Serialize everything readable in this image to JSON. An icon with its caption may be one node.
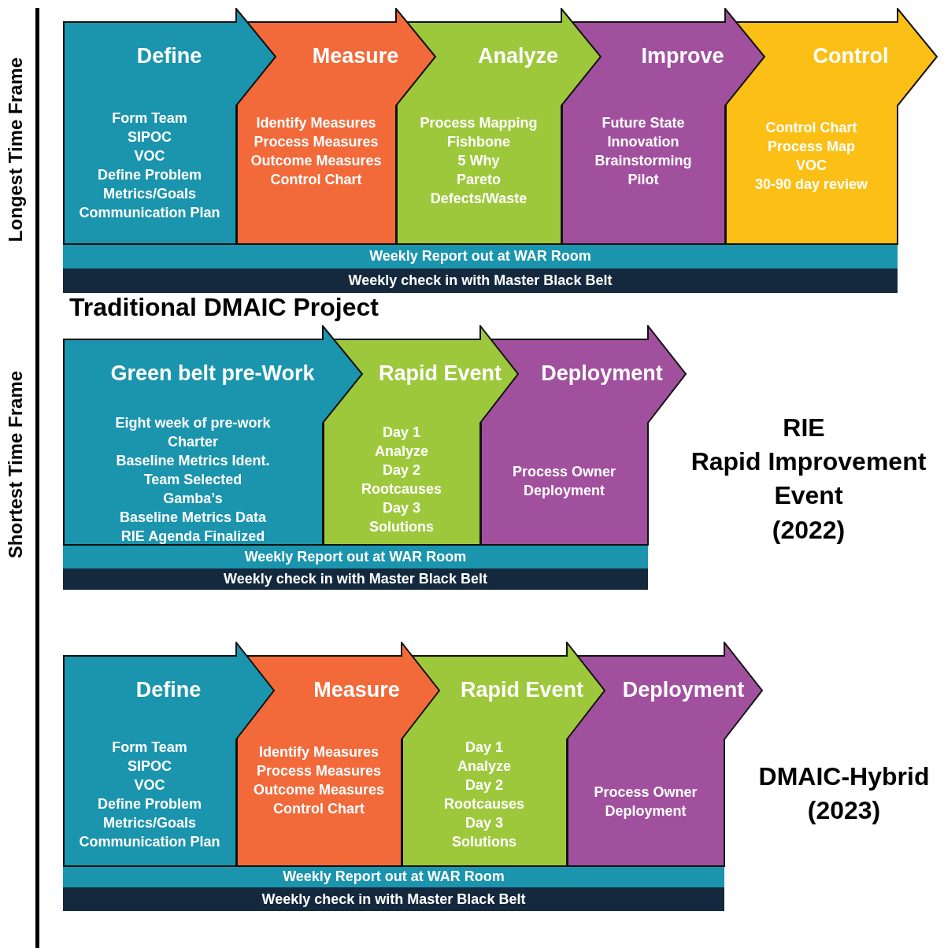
{
  "diagram": {
    "nodes": [
      {
        "text": [
          "Define",
          "Form Team",
          "SIPOC",
          "VOC",
          "Define Problem",
          "Metrics/Goals",
          "Communication Plan"
        ]
      },
      {
        "text": [
          "Measure",
          "Identify Measures",
          "Process Measures",
          "Outcome Measures",
          "Control Chart"
        ]
      },
      {
        "text": [
          "Analyze",
          "Process Mapping",
          "Fishbone",
          "5 Why",
          "Pareto",
          "Defects/Waste"
        ]
      },
      {
        "text": [
          "Improve",
          "Future State",
          "Innovation",
          "Brainstorming",
          "Pilot"
        ]
      },
      {
        "text": [
          "Control",
          "Control Chart",
          "Process Map",
          "VOC",
          "30-90 day review"
        ]
      },
      {
        "text": [
          "Weekly Report out at WAR Room"
        ]
      },
      {
        "text": [
          "Weekly check in with Master Black Belt"
        ]
      },
      {
        "text": [
          "Green belt pre-Work",
          "Eight week of pre-work",
          "Charter",
          "Baseline Metrics Ident.",
          "Team Selected",
          "Gamba’s",
          "Baseline Metrics Data",
          "RIE Agenda Finalized"
        ]
      },
      {
        "text": [
          "Rapid Event",
          "Day 1",
          "Analyze",
          "Day 2",
          "Rootcauses",
          "Day 3",
          "Solutions"
        ]
      },
      {
        "text": [
          "Deployment",
          "Process Owner",
          "Deployment"
        ]
      },
      {
        "text": [
          "Weekly Report out at WAR Room"
        ]
      },
      {
        "text": [
          "Weekly check in with Master Black Belt"
        ]
      },
      {
        "text": [
          "Define",
          "Form Team",
          "SIPOC",
          "VOC",
          "Define Problem",
          "Metrics/Goals",
          "Communication Plan"
        ]
      },
      {
        "text": [
          "Measure",
          "Identify Measures",
          "Process Measures",
          "Outcome Measures",
          "Control Chart"
        ]
      },
      {
        "text": [
          "Rapid Event",
          "Day 1",
          "Analyze",
          "Day 2",
          "Rootcauses",
          "Day 3",
          "Solutions"
        ]
      },
      {
        "text": [
          "Deployment",
          "Process Owner",
          "Deployment"
        ]
      },
      {
        "text": [
          "Weekly Report out at WAR Room"
        ]
      },
      {
        "text": [
          "Weekly check in with Master Black Belt"
        ]
      }
    ],
    "labels": [
      "Longest Time Frame",
      "Shortest Time Frame",
      "Traditional DMAIC Project",
      "RIE",
      "Rapid Improvement Event",
      "(2022)",
      "DMAIC-Hybrid",
      "(2023)"
    ]
  }
}
